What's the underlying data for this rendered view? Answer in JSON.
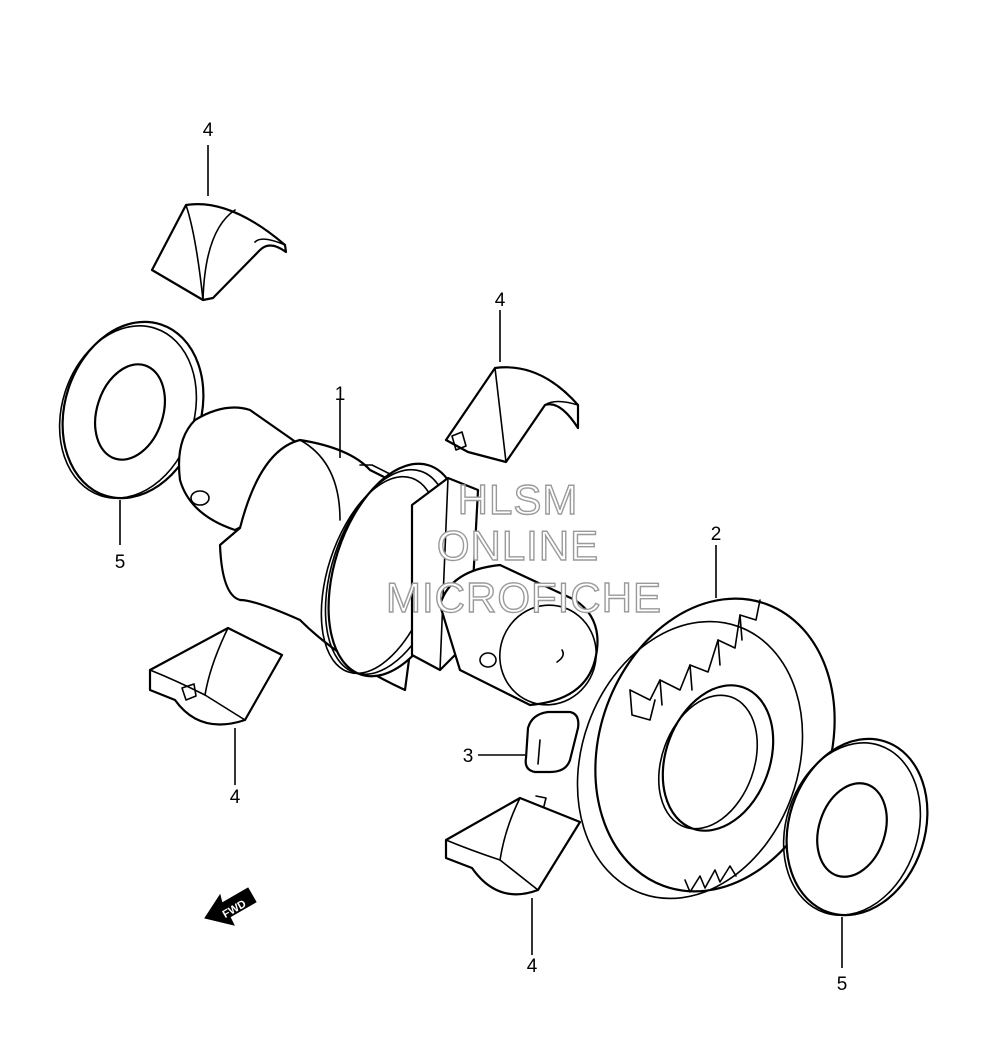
{
  "callouts": {
    "bearing_top_left": "4",
    "bearing_top_mid": "4",
    "shaft": "1",
    "washer_left": "5",
    "gear": "2",
    "bearing_bottom_left": "4",
    "key": "3",
    "bearing_bottom_mid": "4",
    "washer_right": "5"
  },
  "watermark": {
    "line1": "HLSM",
    "line2": "ONLINE",
    "line3": "MICROFICHE"
  },
  "direction_marker": {
    "label": "FWD"
  }
}
